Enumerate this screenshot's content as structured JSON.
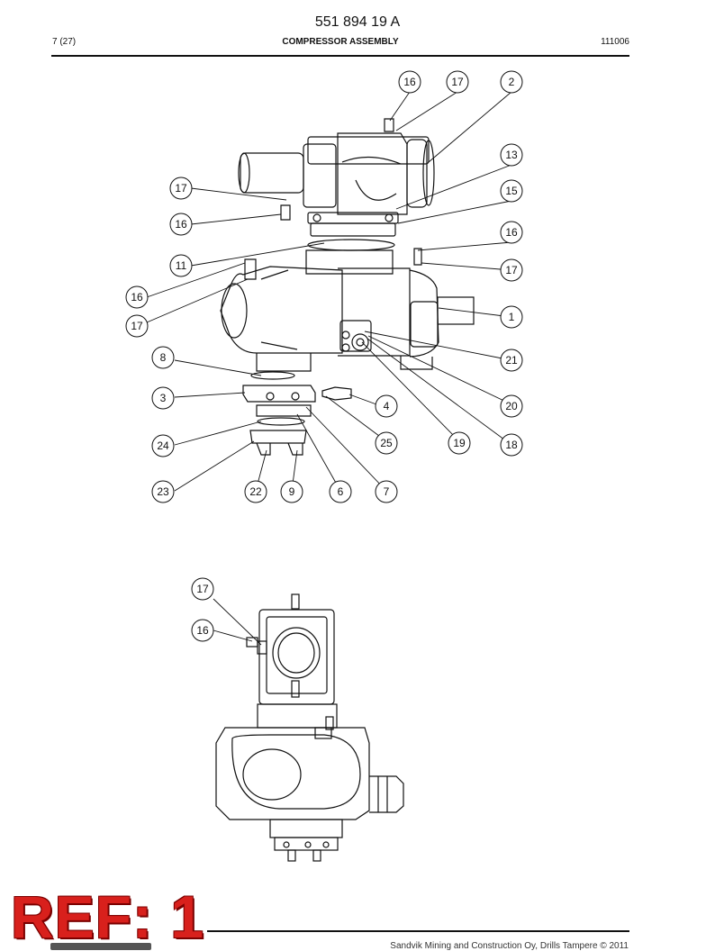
{
  "header": {
    "doc_number": "551 894 19 A",
    "page": "7 (27)",
    "title": "COMPRESSOR ASSEMBLY",
    "date_code": "111006"
  },
  "callouts": {
    "c16a": "16",
    "c17a": "17",
    "c2": "2",
    "c13": "13",
    "c17b": "17",
    "c15": "15",
    "c16b": "16",
    "c16c": "16",
    "c11": "11",
    "c17c": "17",
    "c16d": "16",
    "c1": "1",
    "c17d": "17",
    "c8": "8",
    "c21": "21",
    "c3": "3",
    "c4": "4",
    "c20": "20",
    "c25": "25",
    "c19": "19",
    "c18": "18",
    "c24": "24",
    "c23": "23",
    "c22": "22",
    "c9": "9",
    "c6": "6",
    "c7": "7",
    "c17e": "17",
    "c16e": "16"
  },
  "stamp": "REF: 1",
  "footer": "Sandvik Mining and Construction Oy, Drills Tampere © 2011"
}
